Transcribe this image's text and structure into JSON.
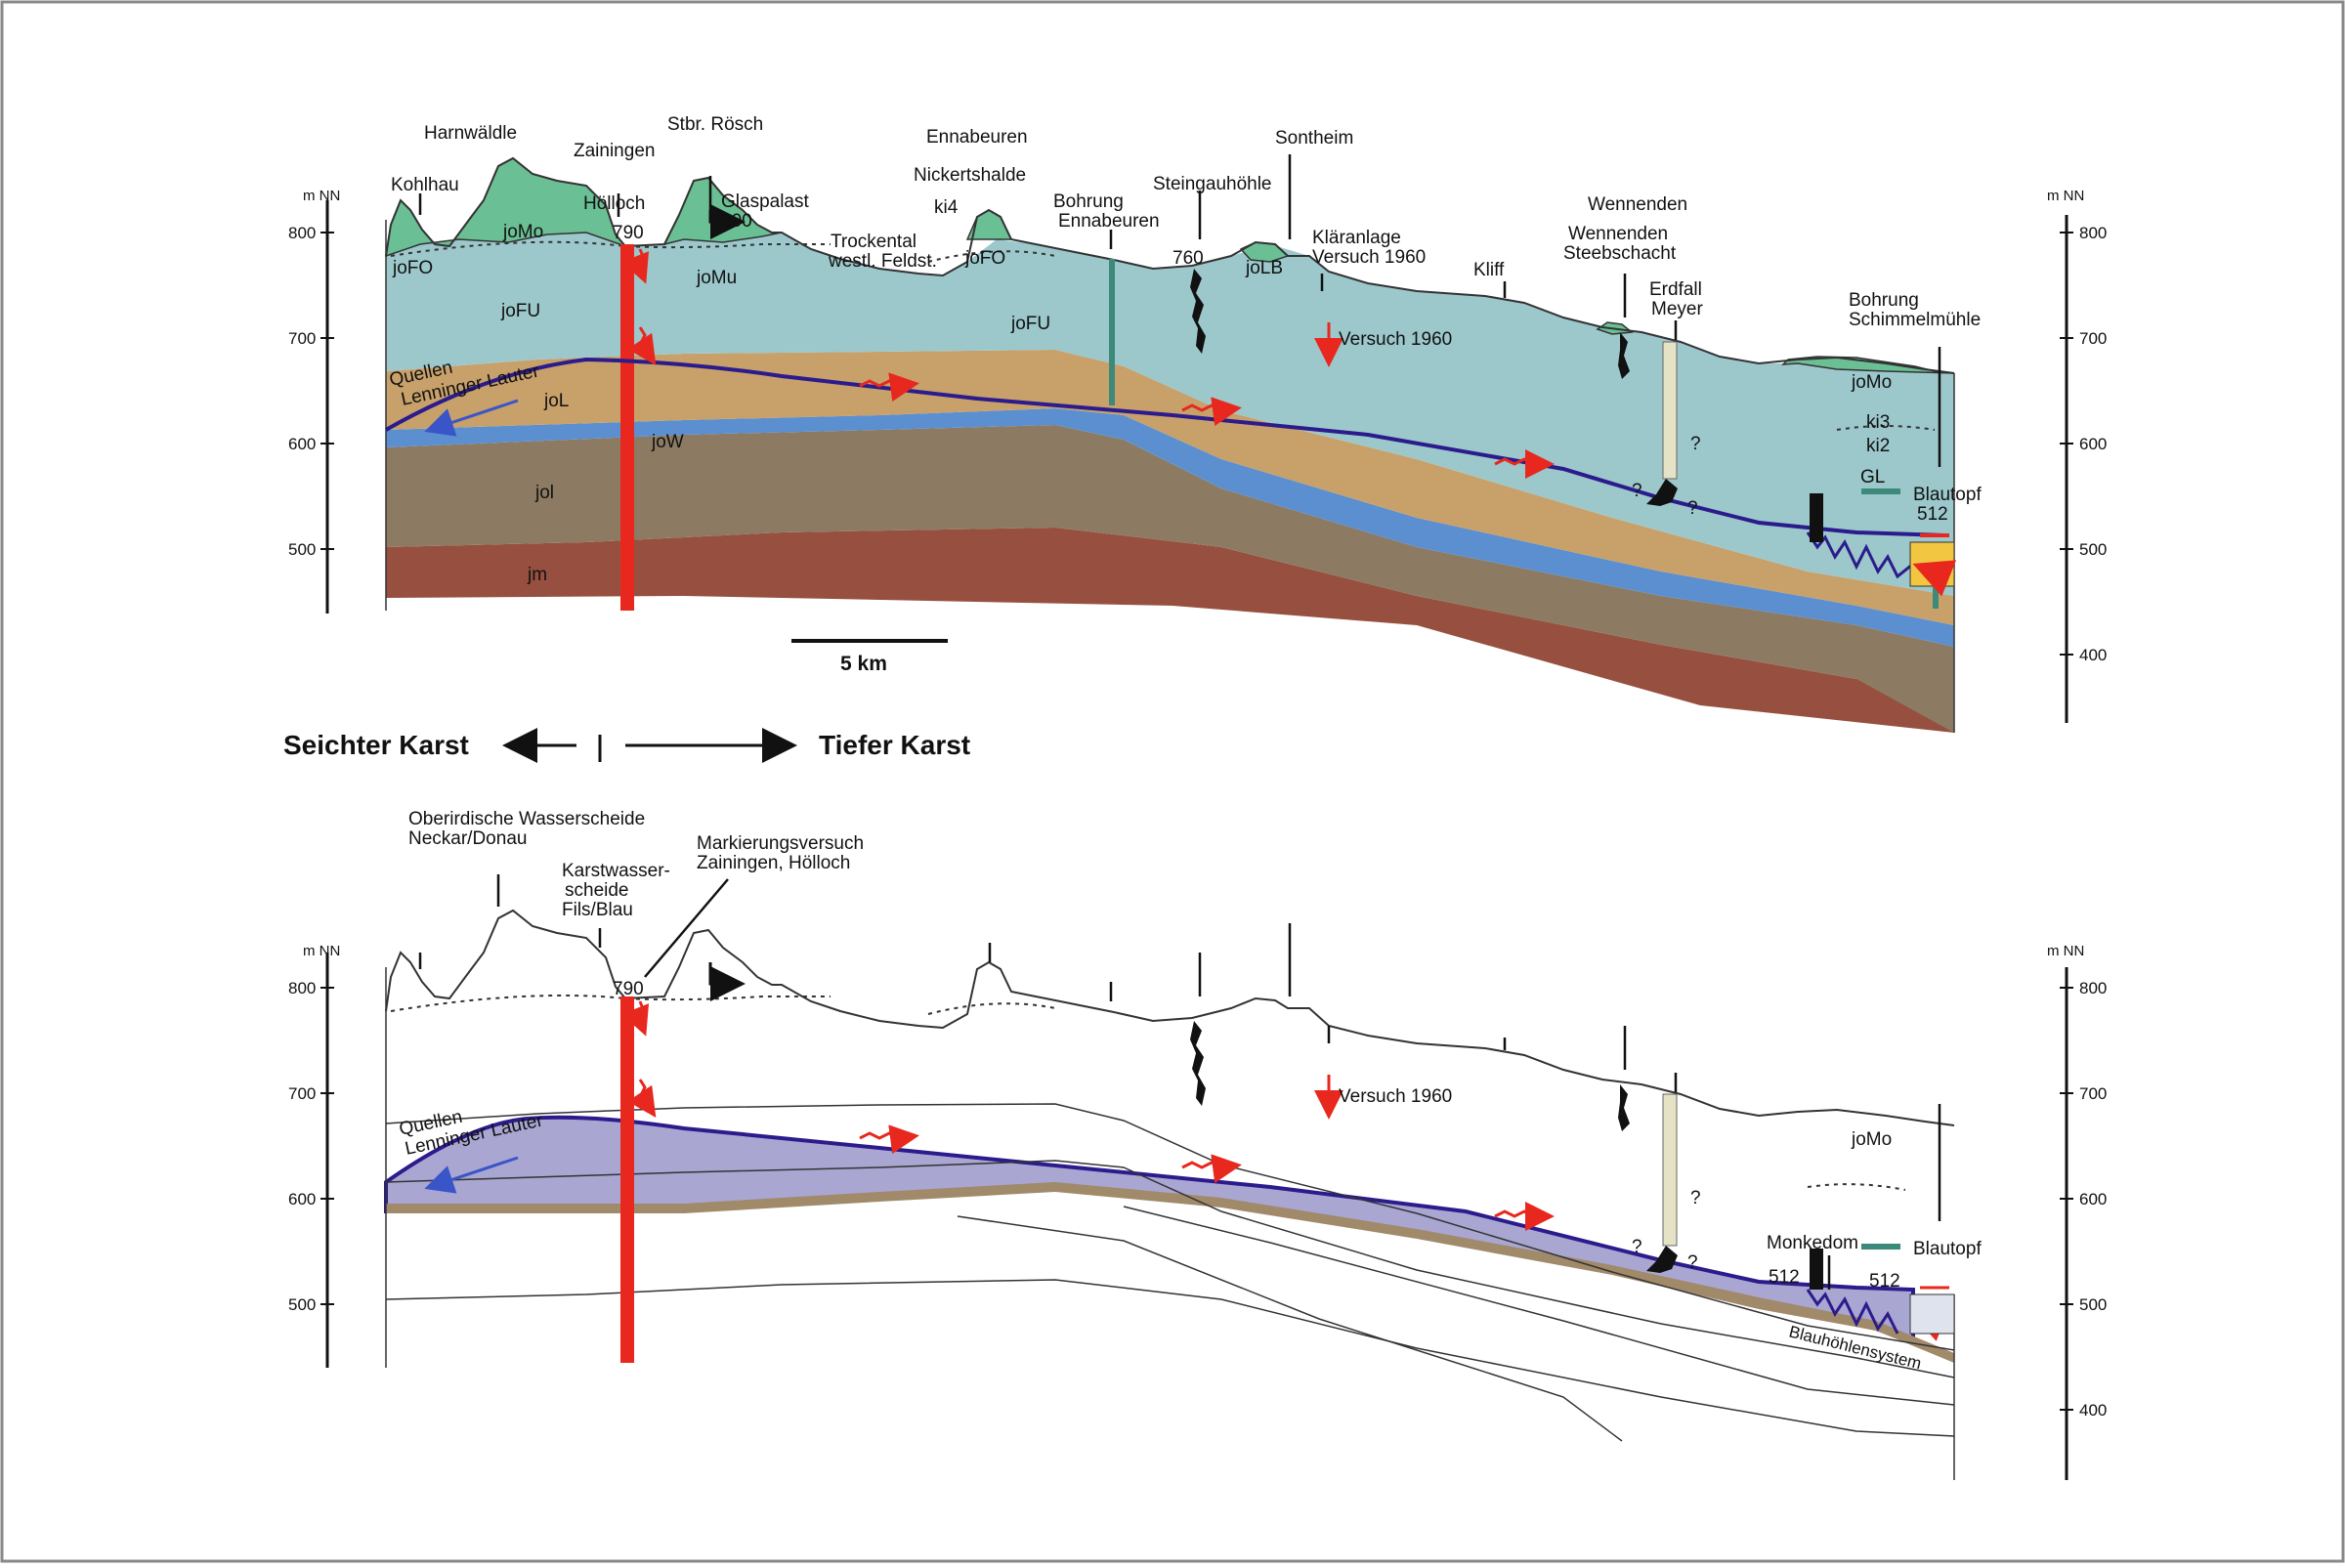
{
  "axis": {
    "unit": "m NN",
    "ticks_top": [
      "800",
      "700",
      "600",
      "500"
    ],
    "ticks_top_right": [
      "800",
      "700",
      "600",
      "500",
      "400"
    ],
    "ticks_bottom": [
      "800",
      "700",
      "600",
      "500"
    ],
    "ticks_bottom_right": [
      "800",
      "700",
      "600",
      "500",
      "400"
    ]
  },
  "top": {
    "places": {
      "kohlhau": "Kohlhau",
      "harnwaeldle": "Harnwäldle",
      "zainingen": "Zainingen",
      "hoelloch": "Hölloch",
      "hoelloch_alt": "790",
      "stbr_roesch": "Stbr. Rösch",
      "glaspalast": "Glaspalast",
      "glaspalast_alt": "800",
      "trockental_1": "Trockental",
      "trockental_2": "westl. Feldst.",
      "ennabeuren": "Ennabeuren",
      "nickertshalde": "Nickertshalde",
      "ki4": "ki4",
      "bohrung_1": "Bohrung",
      "bohrung_2": "Ennabeuren",
      "steingauhoehle": "Steingauhöhle",
      "steingau_alt": "760",
      "sontheim": "Sontheim",
      "klaeranlage_1": "Kläranlage",
      "klaeranlage_2": "Versuch 1960",
      "kliff": "Kliff",
      "wennenden": "Wennenden",
      "wenn_steeb_1": "Wennenden",
      "wenn_steeb_2": "Steebschacht",
      "erdfall_1": "Erdfall",
      "erdfall_2": "Meyer",
      "schimmel_1": "Bohrung",
      "schimmel_2": "Schimmelmühle",
      "blautopf": "Blautopf",
      "blautopf_alt": "512"
    },
    "units": {
      "joMo_left": "joMo",
      "joFO_left": "joFO",
      "joFU_left": "joFU",
      "joMu": "joMu",
      "joFO_mid": "joFO",
      "joFU_mid": "joFU",
      "joLB": "joLB",
      "joL": "joL",
      "joW": "joW",
      "jol": "jol",
      "jm": "jm",
      "joMo_right": "joMo",
      "ki3": "ki3",
      "ki2": "ki2",
      "GL": "GL"
    },
    "quellen_1": "Quellen",
    "quellen_2": "Lenninger Lauter",
    "versuch": "Versuch 1960",
    "q": "?",
    "scale": "5 km"
  },
  "middle": {
    "left": "Seichter Karst",
    "right": "Tiefer Karst"
  },
  "bottom": {
    "wasserscheide_1": "Oberirdische Wasserscheide",
    "wasserscheide_2": "Neckar/Donau",
    "karst_1": "Karstwasser-",
    "karst_2": "scheide",
    "karst_3": "Fils/Blau",
    "mark_1": "Markierungsversuch",
    "mark_2": "Zainingen, Hölloch",
    "alt_790": "790",
    "quellen_1": "Quellen",
    "quellen_2": "Lenninger Lauter",
    "versuch": "Versuch 1960",
    "joMo": "joMo",
    "monkedom": "Monkedom",
    "alt_512_a": "512",
    "alt_512_b": "512",
    "blautopf": "Blautopf",
    "blauhoehlen": "Blauhöhlensystem",
    "q": "?"
  },
  "colors": {
    "limestone": "#9cc8cc",
    "green": "#6bbf94",
    "tan": "#c8a06a",
    "blue": "#5b8fd0",
    "brown": "#8c7b62",
    "redbrown": "#97503f",
    "aquifer": "#a9a6d2",
    "watertable": "#2b1b8c",
    "red": "#e8281e"
  }
}
